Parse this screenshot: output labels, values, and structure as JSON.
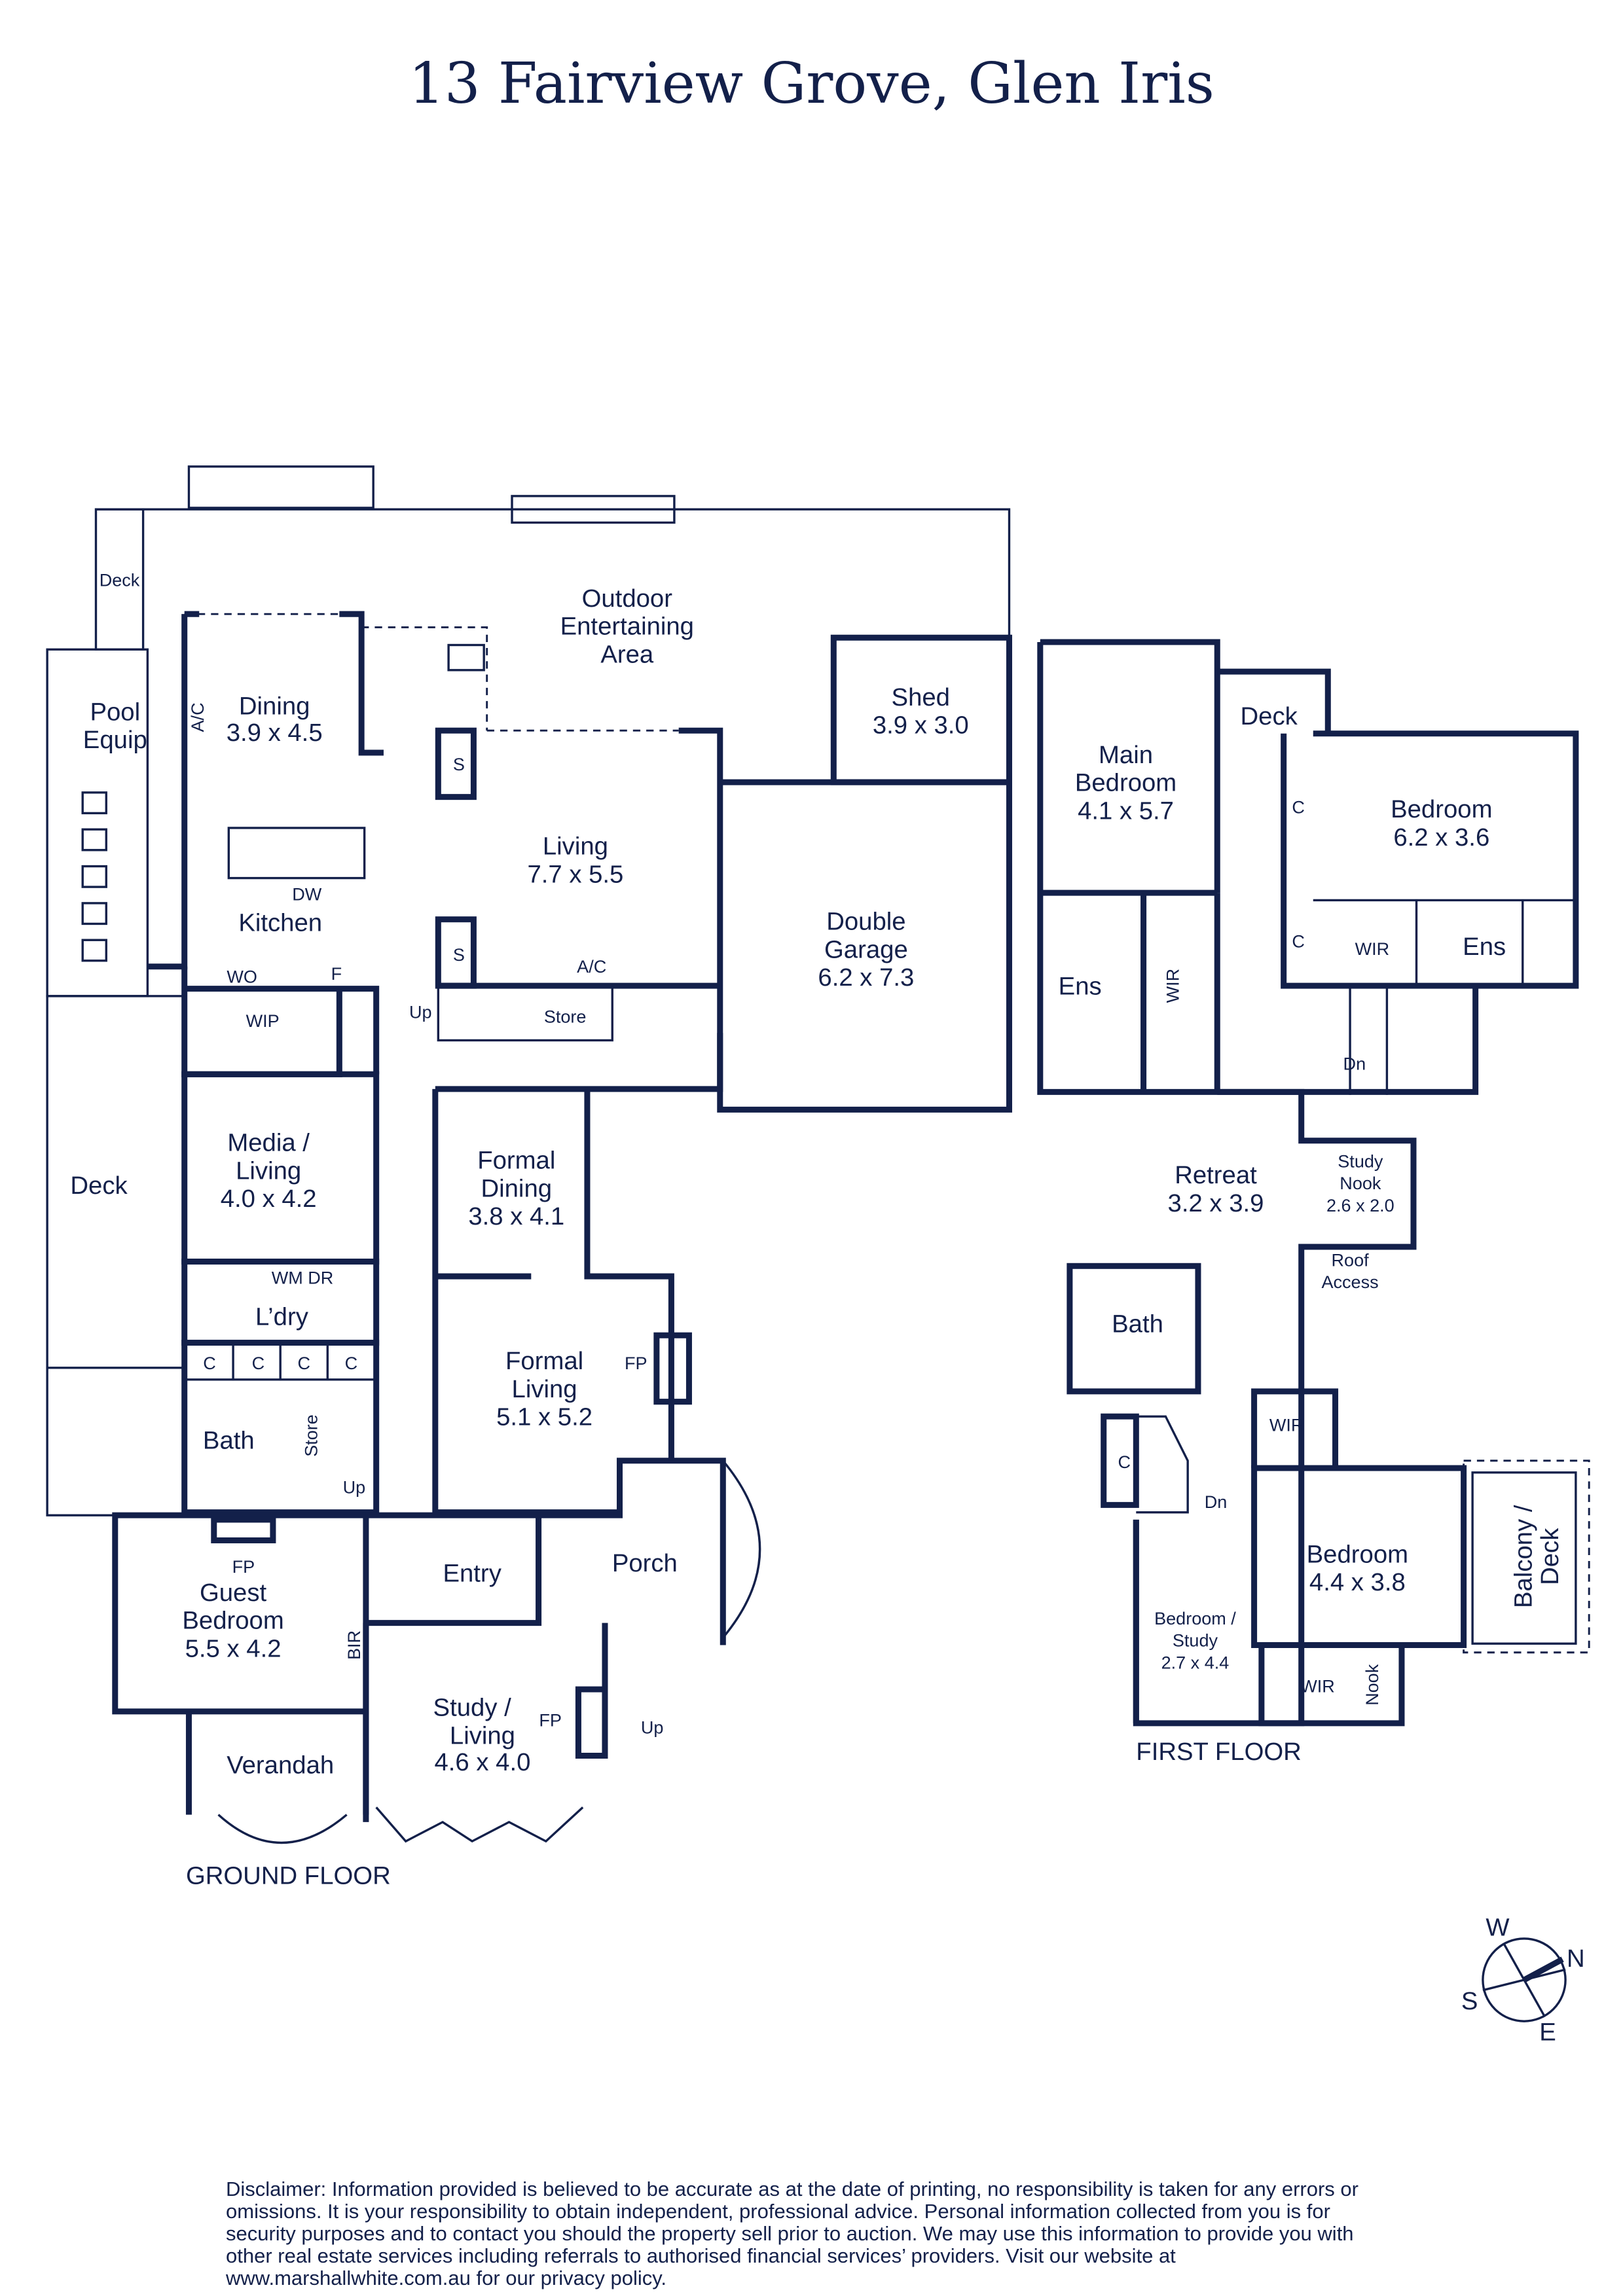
{
  "title": "13 Fairview Grove, Glen Iris",
  "ground_floor": {
    "label": "GROUND FLOOR",
    "rooms": {
      "outdoor": [
        "Outdoor",
        "Entertaining",
        "Area"
      ],
      "deck_top": "Deck",
      "pool_equip": [
        "Pool",
        "Equip"
      ],
      "dining": [
        "Dining",
        "3.9 x 4.5"
      ],
      "living": [
        "Living",
        "7.7 x 5.5"
      ],
      "kitchen": "Kitchen",
      "shed": [
        "Shed",
        "3.9 x 3.0"
      ],
      "garage": [
        "Double",
        "Garage",
        "6.2 x 7.3"
      ],
      "wip": "WIP",
      "store": "Store",
      "media": [
        "Media /",
        "Living",
        "4.0 x 4.2"
      ],
      "deck_left": "Deck",
      "laundry": "L’dry",
      "bath": "Bath",
      "store2": "Store",
      "formal_dining": [
        "Formal",
        "Dining",
        "3.8 x 4.1"
      ],
      "formal_living": [
        "Formal",
        "Living",
        "5.1 x 5.2"
      ],
      "guest_bedroom": [
        "Guest",
        "Bedroom",
        "5.5 x 4.2"
      ],
      "entry": "Entry",
      "porch": "Porch",
      "study": [
        "Study /",
        "Living",
        "4.6 x 4.0"
      ],
      "verandah": "Verandah"
    },
    "marks": {
      "ac": "A/C",
      "s": "S",
      "dw": "DW",
      "wo": "WO",
      "f": "F",
      "up": "Up",
      "wm_dr": "WM DR",
      "c": "C",
      "fp": "FP",
      "bir": "BIR"
    }
  },
  "first_floor": {
    "label": "FIRST FLOOR",
    "rooms": {
      "main_bedroom": [
        "Main",
        "Bedroom",
        "4.1 x 5.7"
      ],
      "deck": "Deck",
      "bedroom1": [
        "Bedroom",
        "6.2 x 3.6"
      ],
      "ens1": "Ens",
      "wir1": "WIR",
      "wir2": "WIR",
      "ens2": "Ens",
      "c": "C",
      "retreat": [
        "Retreat",
        "3.2 x 3.9"
      ],
      "study_nook": [
        "Study",
        "Nook",
        "2.6 x 2.0"
      ],
      "roof_access": [
        "Roof",
        "Access"
      ],
      "bath": "Bath",
      "wir3": "WIR",
      "bedroom2": [
        "Bedroom",
        "4.4 x 3.8"
      ],
      "balcony": [
        "Balcony /",
        "Deck"
      ],
      "bedroom_study": [
        "Bedroom /",
        "Study",
        "2.7 x 4.4"
      ],
      "wir4": "WIR",
      "nook": "Nook",
      "dn": "Dn"
    }
  },
  "compass": {
    "n": "N",
    "s": "S",
    "e": "E",
    "w": "W"
  },
  "disclaimer": "Disclaimer: Information provided is believed to be accurate as at the date of printing, no responsibility is taken for any errors or omissions. It is your responsibility to obtain independent, professional advice. Personal information collected from you is for security purposes and to contact you should the property sell prior to auction. We may use this information to provide you with other real estate services including referrals to authorised financial services’ providers. Visit our website at www.marshallwhite.com.au for our privacy policy.",
  "colors": {
    "ink": "#13204a"
  }
}
